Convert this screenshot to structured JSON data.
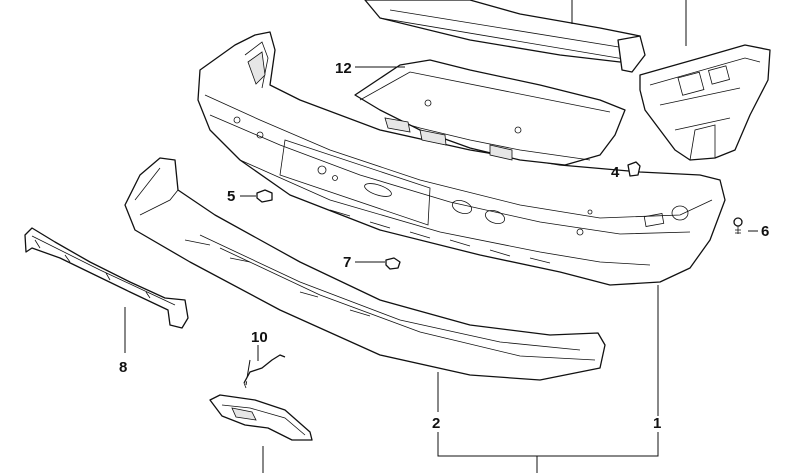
{
  "callouts": {
    "c1": "1",
    "c2": "2",
    "c4": "4",
    "c5": "5",
    "c6": "6",
    "c7": "7",
    "c8": "8",
    "c10": "10",
    "c12": "12"
  }
}
